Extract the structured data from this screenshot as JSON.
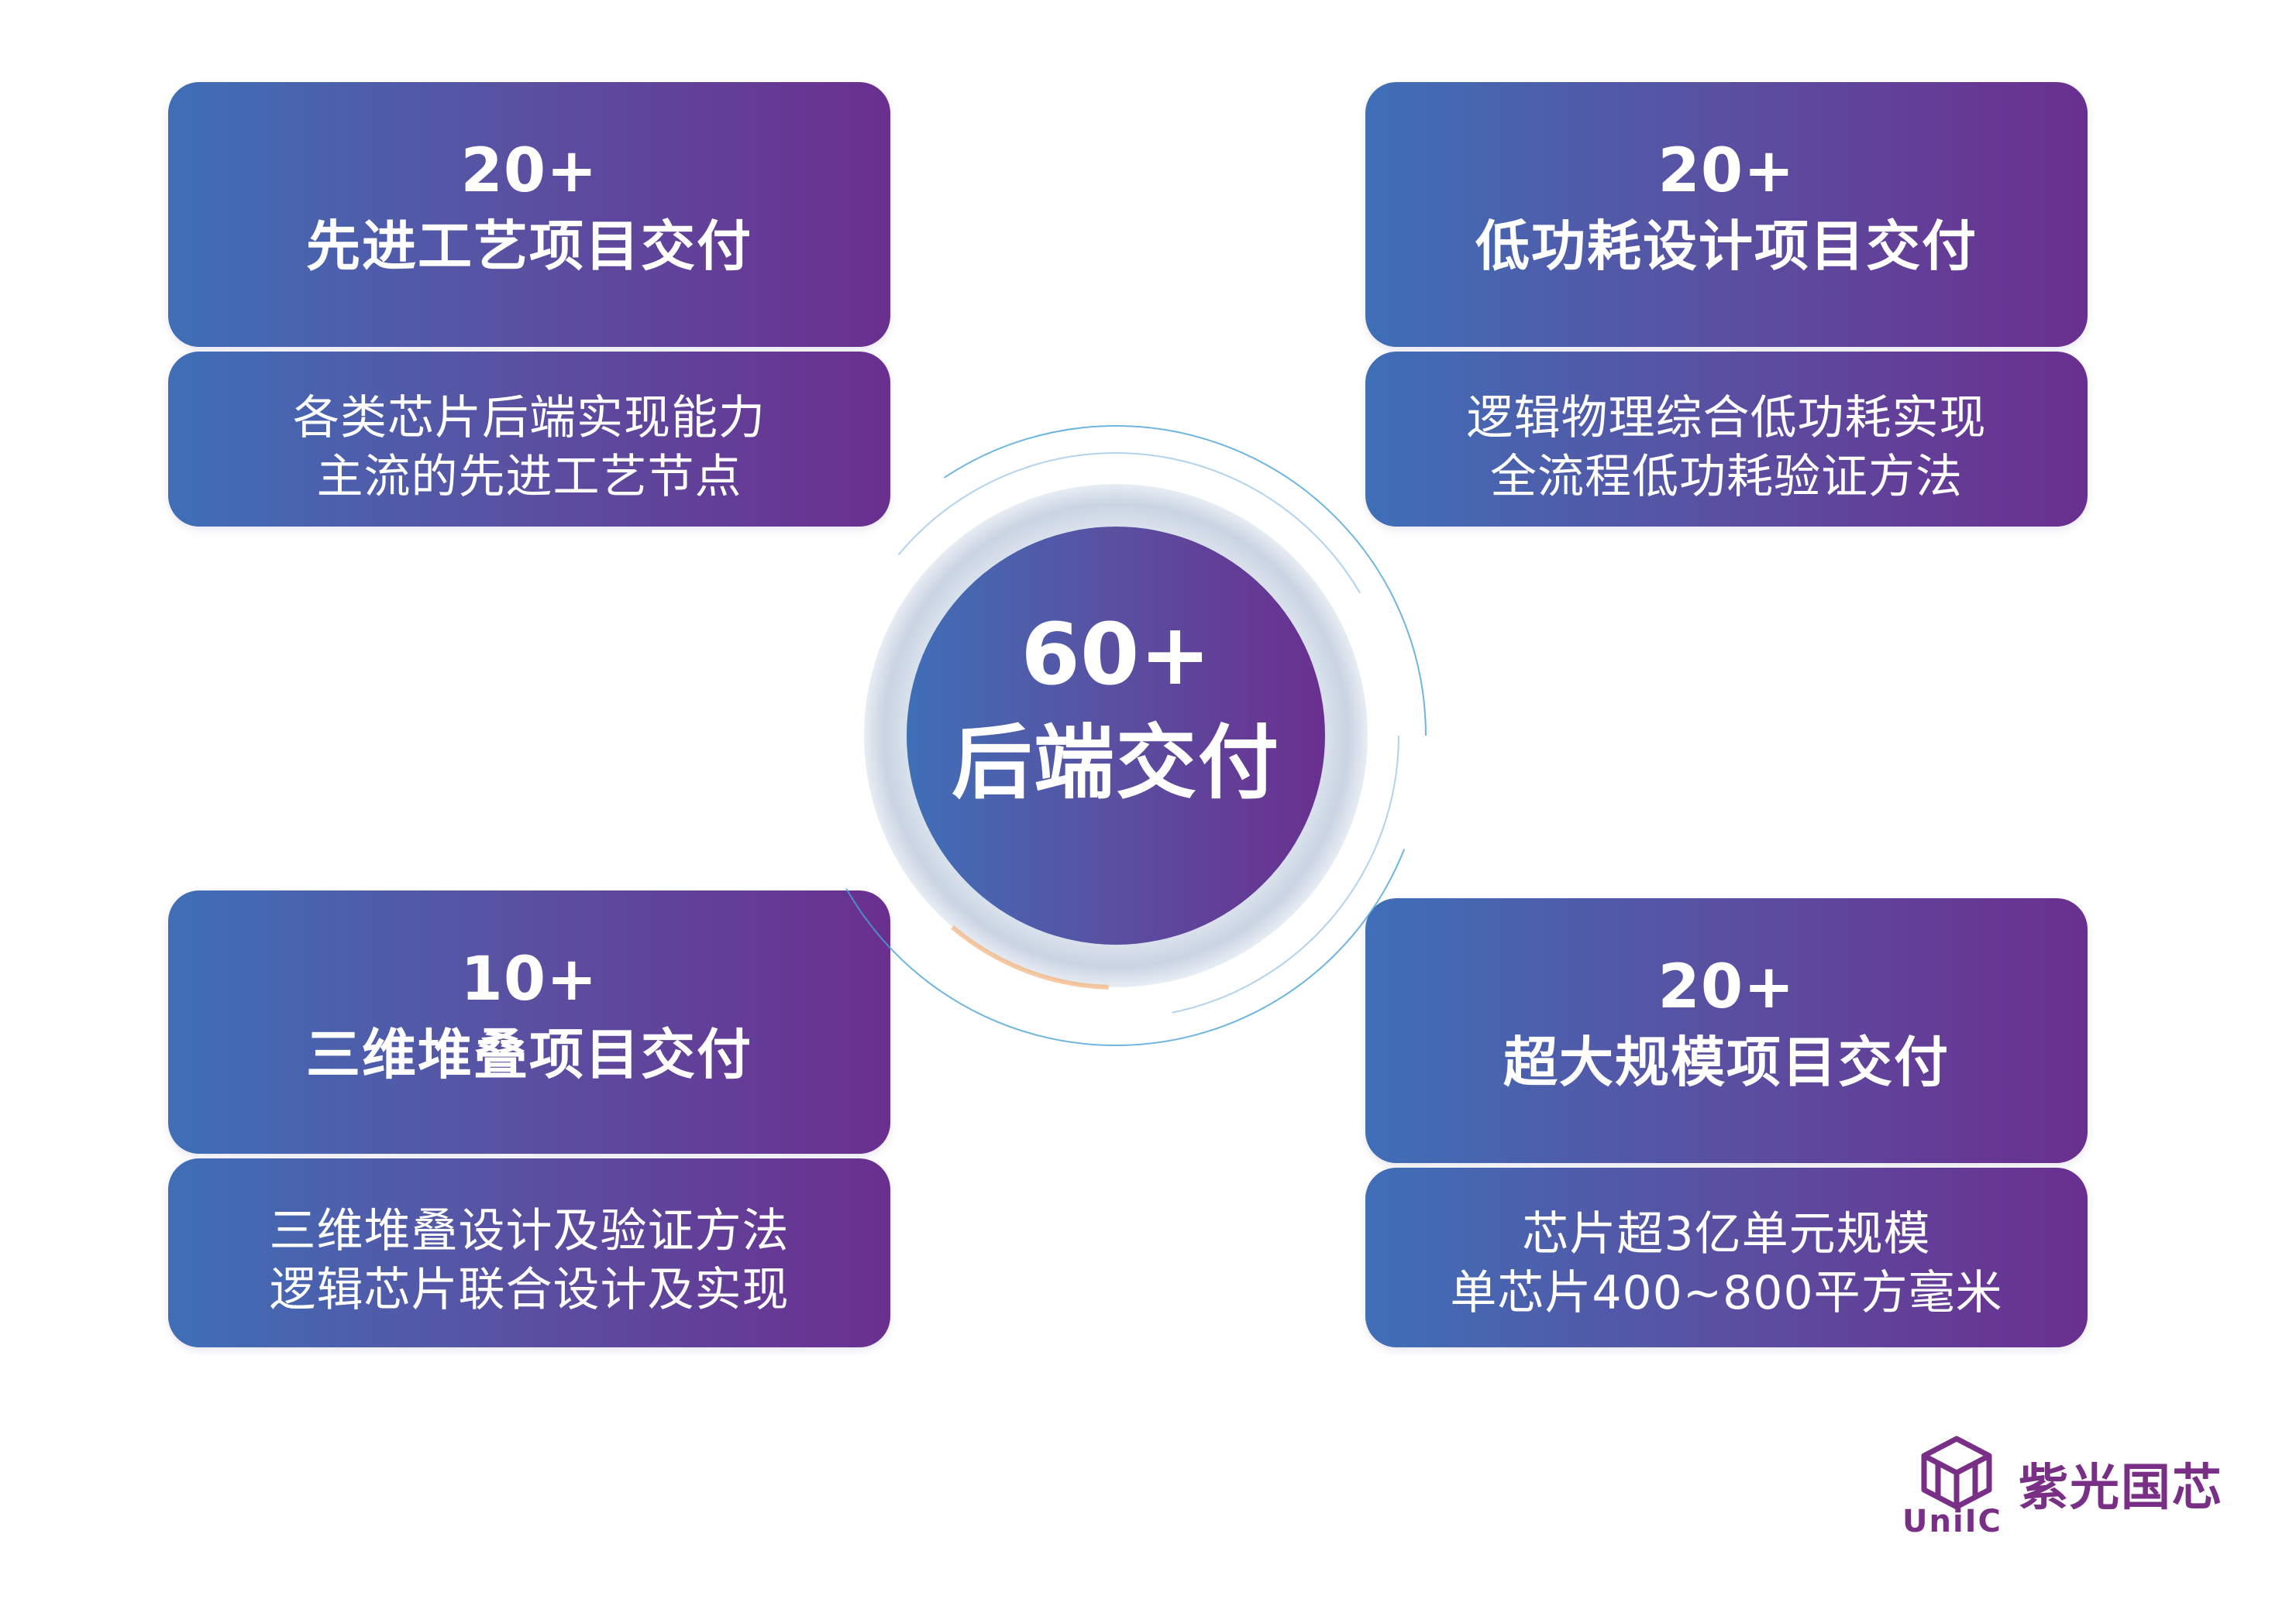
{
  "center": {
    "number": "60+",
    "title": "后端交付"
  },
  "cards": {
    "top_left": {
      "number": "20+",
      "title": "先进工艺项目交付",
      "lines": [
        "各类芯片后端实现能力",
        "主流的先进工艺节点"
      ]
    },
    "top_right": {
      "number": "20+",
      "title": "低功耗设计项目交付",
      "lines": [
        "逻辑物理综合低功耗实现",
        "全流程低功耗验证方法"
      ]
    },
    "bottom_left": {
      "number": "10+",
      "title": "三维堆叠项目交付",
      "lines": [
        "三维堆叠设计及验证方法",
        "逻辑芯片联合设计及实现"
      ]
    },
    "bottom_right": {
      "number": "20+",
      "title": "超大规模项目交付",
      "lines": [
        "芯片超3亿单元规模",
        "单芯片400~800平方毫米"
      ]
    }
  },
  "logo": {
    "name": "紫光国芯",
    "abbr": "UniIC"
  },
  "colors": {
    "gradient_start": "#3f6fb7",
    "gradient_end": "#6a2f8f",
    "logo": "#7a2f86",
    "ring": "#4aa3d8"
  }
}
